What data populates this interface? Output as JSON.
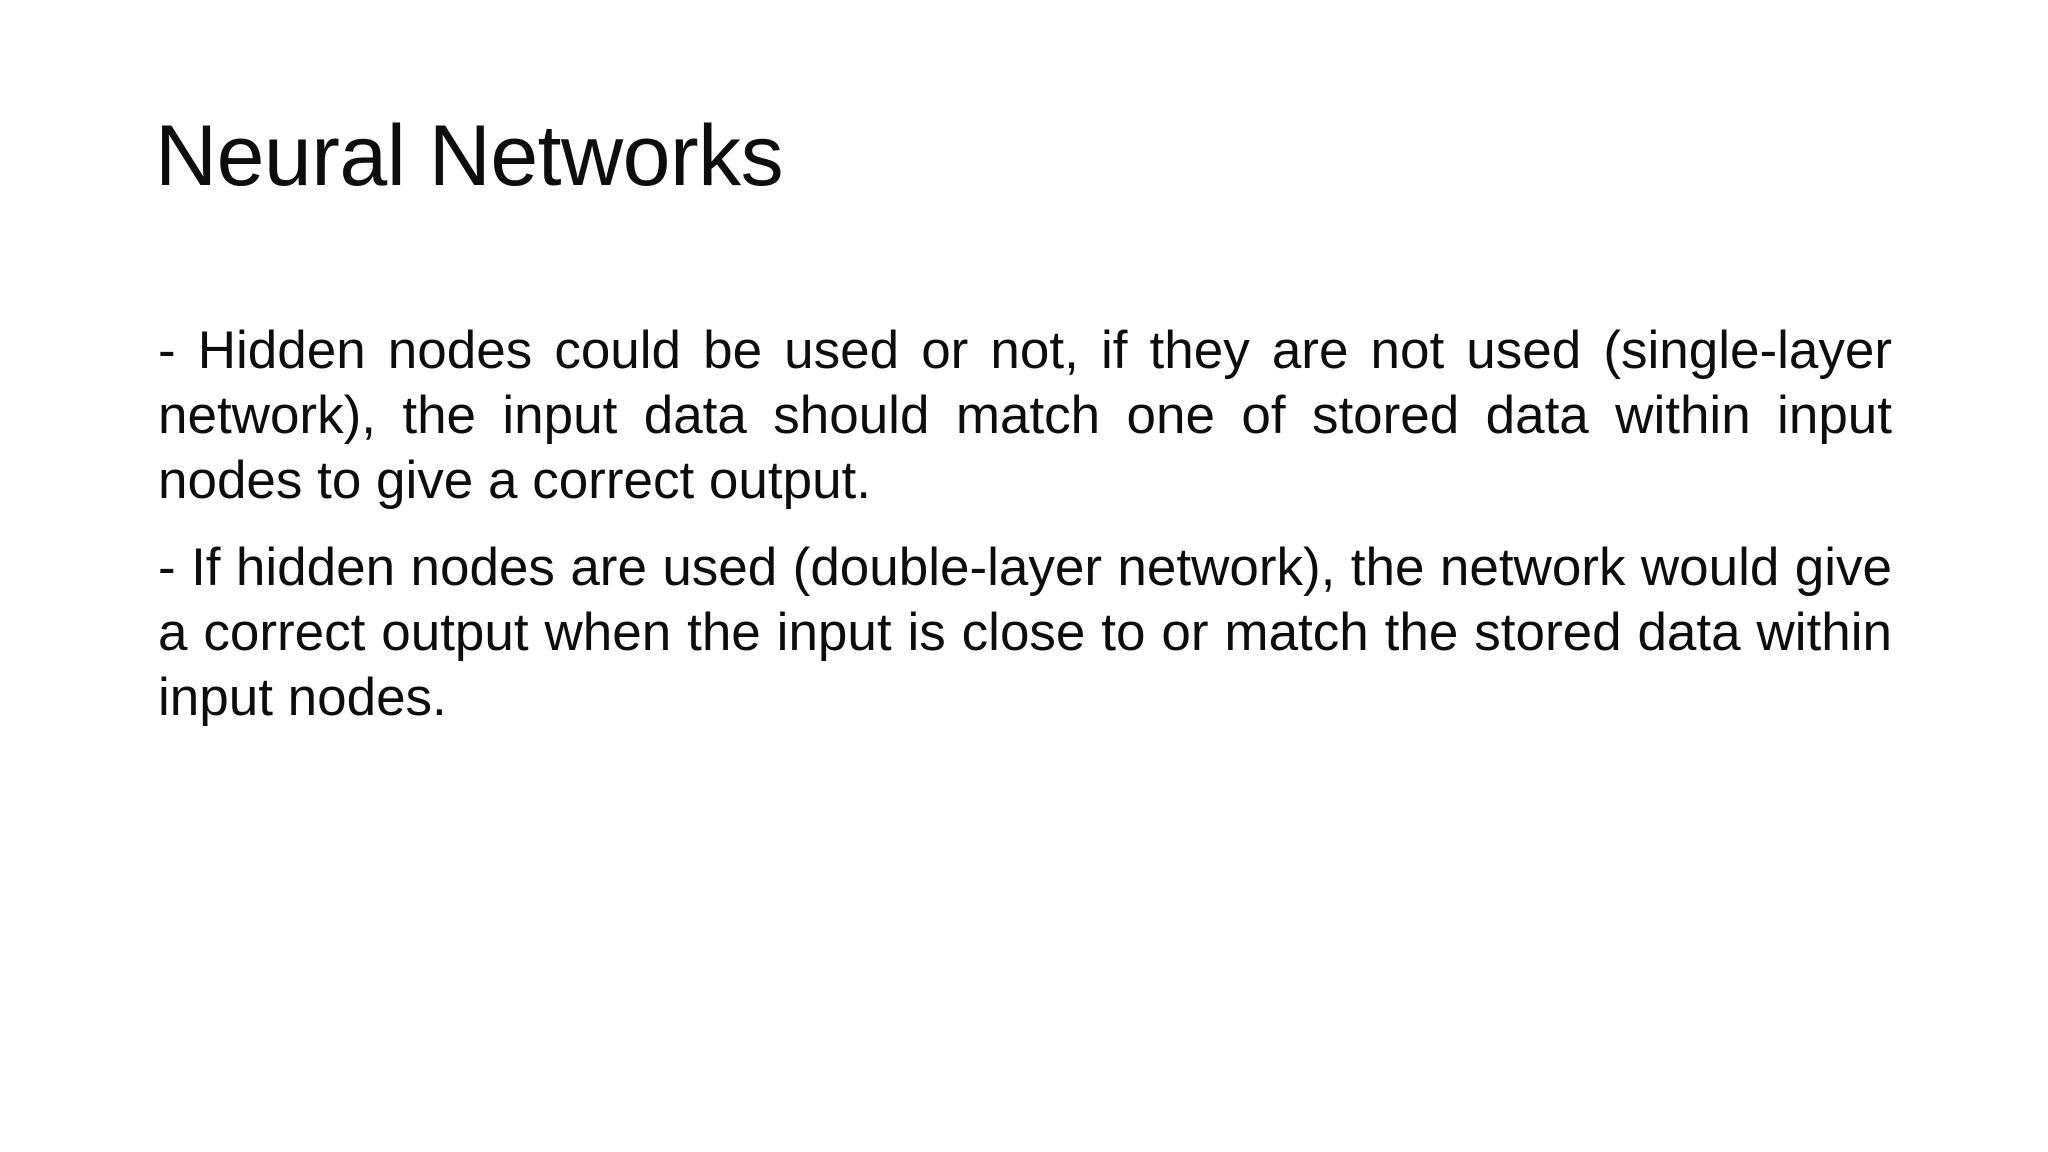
{
  "slide": {
    "title": "Neural Networks",
    "background_color": "#ffffff",
    "text_color": "#0d0d0d",
    "paragraphs": [
      "- Hidden nodes could be used or not, if they are not used (single-layer network), the input data should match one of stored data within input nodes to give a correct output.",
      "- If hidden nodes are used (double-layer network), the network would give a correct output when the input is close to or match the stored data within input nodes."
    ]
  }
}
